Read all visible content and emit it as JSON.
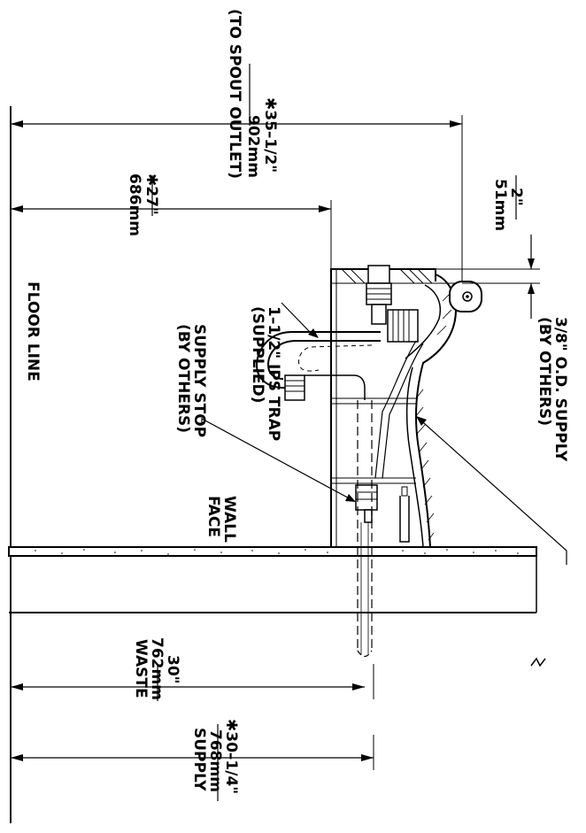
{
  "dims": {
    "spout": {
      "line1": "✱35–1/2\"",
      "line2": "902mm",
      "line3": "(TO SPOUT OUTLET)"
    },
    "rim": {
      "line1": "✱27\"",
      "line2": "686mm"
    },
    "top_offset": {
      "line1": "2\"",
      "line2": "51mm"
    },
    "waste": {
      "line1": "30\"",
      "line2": "762mm",
      "line3": "WASTE"
    },
    "supply": {
      "line1": "✱30–1/4\"",
      "line2": "768mm",
      "line3": "SUPPLY"
    }
  },
  "callouts": {
    "supply_line": {
      "line1": "3/8\" O.D. SUPPLY",
      "line2": "(BY OTHERS)"
    },
    "trap": {
      "line1": "1–1/2\" IPS TRAP",
      "line2": "(SUPPLIED)"
    },
    "supply_stop": {
      "line1": "SUPPLY STOP",
      "line2": "(BY OTHERS)"
    }
  },
  "labels": {
    "floor_line": "FLOOR LINE",
    "wall_face_1": "WALL",
    "wall_face_2": "FACE"
  }
}
